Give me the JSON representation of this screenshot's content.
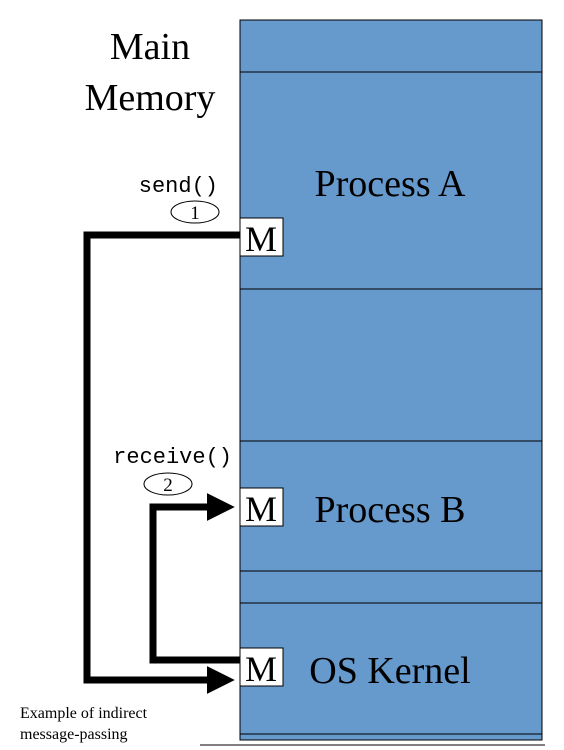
{
  "title_line1": "Main",
  "title_line2": "Memory",
  "send_label": "send()",
  "receive_label": "receive()",
  "step1": "1",
  "step2": "2",
  "message_label": "M",
  "process_a": "Process A",
  "process_b": "Process B",
  "os_kernel": "OS Kernel",
  "caption_line1": "Example of indirect",
  "caption_line2": "message-passing",
  "colors": {
    "memory_fill": "#6699cc",
    "border": "#000000",
    "message_box": "#ffffff",
    "arrow": "#000000"
  }
}
